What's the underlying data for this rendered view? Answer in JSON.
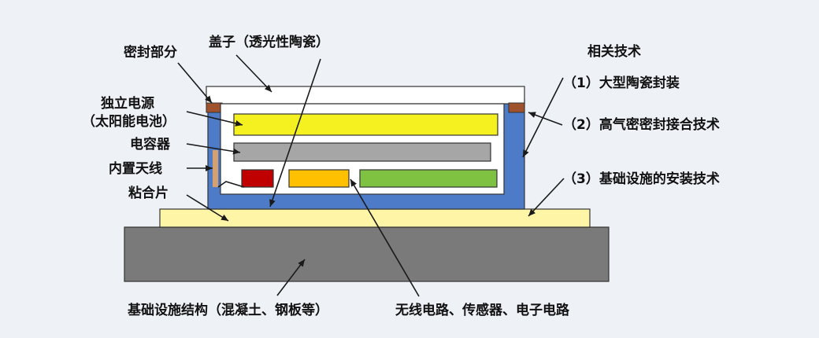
{
  "labels": {
    "seal_part": "密封部分",
    "lid": "盖子（透光性陶瓷）",
    "power_line1": "独立电源",
    "power_line2": "（太阳能电池）",
    "capacitor": "电容器",
    "antenna": "内置天线",
    "adhesive": "粘合片",
    "foundation": "基础设施结构（混凝土、钢板等）",
    "circuits": "无线电路、传感器、电子电路"
  },
  "tech": {
    "heading": "相关技术",
    "items": [
      "（1）大型陶瓷封装",
      "（2）高气密密封接合技术",
      "（3）基础设施的安装技术"
    ]
  },
  "colors": {
    "background": "#eef1f6",
    "package": "#4d7bc7",
    "lid": "#ffffff",
    "seal": "#a0522d",
    "solar_cell": "#f5f020",
    "capacitor": "#a6a6a6",
    "red_chip": "#c00000",
    "orange_chip": "#ffc000",
    "green_chip": "#7fc241",
    "antenna": "#d4a070",
    "adhesive": "#fff5a6",
    "foundation": "#7a7a7a"
  }
}
